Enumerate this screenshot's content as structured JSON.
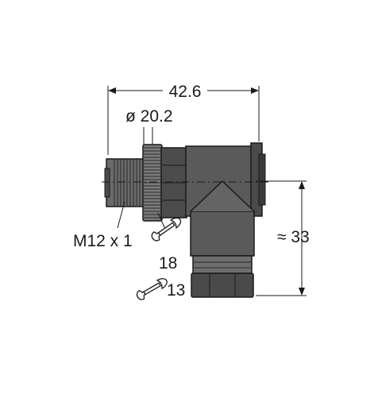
{
  "dimensions": {
    "overall_length": "42.6",
    "nut_diameter": "ø 20.2",
    "thread": "M12 x 1",
    "height": "≈ 33",
    "wrench_upper": "18",
    "wrench_lower": "13"
  },
  "icons": {
    "wrench_upper": "wrench-icon",
    "wrench_lower": "wrench-icon"
  },
  "colors": {
    "body": "#5a5a5a",
    "body_dark": "#3e3e3e",
    "body_light": "#7a7a7a",
    "line": "#1a1a1a"
  }
}
